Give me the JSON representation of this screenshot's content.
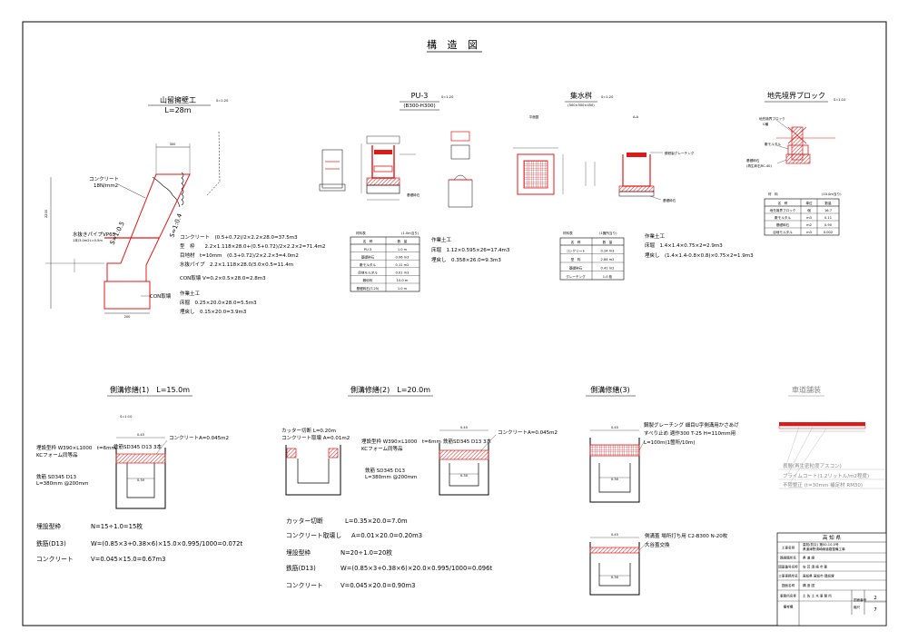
{
  "sheet_title": "構 造 図",
  "retaining": {
    "title": "山留擁壁工",
    "length": "L=28m",
    "scale": "S=1:20",
    "concrete_label": "コンクリート",
    "concrete_strength": "18N/mm2",
    "slope1": "S=1:0.5",
    "slope2": "S=1:0.4",
    "drain_pipe": "水抜きパイプVP65",
    "drain_pipe_spacing": "1本/3.0m2L=0.5m",
    "con_joint": "CON取壊",
    "dim_top": "300",
    "dim_bottom": "200",
    "dim_height": "2200",
    "calc": [
      "コンクリート　(0.5+0.72)/2×2.2×28.0=37.5m3",
      "型　枠　　2.2×1.118×28.0+(0.5+0.72)/2×2.2×2=71.4m2",
      "目地材　t=10mm　(0.3+0.72)/2×2.2×3=4.0m2",
      "水抜パイプ　2.2×1.118×28.0/3.0×0.5=11.4m",
      "CON取壊 V=0.2×0.5×28.0=2.8m3"
    ],
    "earthwork_title": "作業土工",
    "earthwork": [
      "床掘　0.25×20.0×28.0=5.5m3",
      "埋戻し　0.15×20.0=3.9m3"
    ]
  },
  "pu3": {
    "title": "PU-3",
    "subtitle": "(B300-H300)",
    "scale": "S=1:20",
    "table_title": "材料表",
    "table_unit": "(1.0m当り)",
    "table_header": [
      "名　称",
      "数　量"
    ],
    "table_rows": [
      [
        "PU-3",
        "1.0 m"
      ],
      [
        "基礎砕石",
        "0.06 m3"
      ],
      [
        "敷モルタル",
        "0.11 m2"
      ],
      [
        "目地モルタル",
        "0.01 m3"
      ],
      [
        "敷砂利",
        "10.0 m"
      ],
      [
        "基礎砕石(T-25)",
        "1.0 m"
      ]
    ],
    "earthwork_title": "作業土工",
    "earthwork": [
      "床堀　1.12×0.595×26=17.4m3",
      "埋戻し　0.358×26.0=9.3m3"
    ]
  },
  "catch_basin": {
    "title": "集水桝",
    "subtitle": "(500×500×450)",
    "scale": "S=1:20",
    "plan_label": "平面図",
    "section_label": "A-A",
    "grating_label": "鋳鉄製グレーチング",
    "base_label": "基礎砕石",
    "table_title": "材料表",
    "table_unit": "(1箇所当り)",
    "table_header": [
      "名　称",
      "数　量"
    ],
    "table_rows": [
      [
        "コンクリート",
        "0.24 m3"
      ],
      [
        "型　枠",
        "2.84 m2"
      ],
      [
        "基礎砕石",
        "0.41 m2"
      ],
      [
        "グレーチング",
        "1.0 枚"
      ]
    ],
    "earthwork_title": "作業土工",
    "earthwork": [
      "床堀　1.4×1.4×0.75×2=2.9m3",
      "埋戻し　(1.4×1.4-0.8×0.8)×0.75×2=1.9m3"
    ]
  },
  "boundary_block": {
    "title": "地先境界ブロック",
    "scale": "S=1:10",
    "labels": [
      "地先境界ブロック",
      "C種",
      "基礎砕石",
      "(再生砕石RC-40)",
      "敷モルタル"
    ],
    "table_title": "材　料",
    "table_unit": "(10.0m当り)",
    "table_header": [
      "名　称",
      "単位",
      "数量"
    ],
    "table_rows": [
      [
        "地先境界ブロック",
        "個",
        "16.7"
      ],
      [
        "敷モルタル",
        "m3",
        "0.11"
      ],
      [
        "基礎砕石",
        "m2",
        "0.90"
      ],
      [
        "目地モルタル",
        "m3",
        "0.002"
      ]
    ]
  },
  "gutter1": {
    "title": "側溝修繕(1)　L=15.0m",
    "scale": "S=1:10",
    "dim_width": "0.45",
    "dim_inner": "0.30",
    "label_form": "埋設型枠 W390×L1000　t=6mm",
    "label_form2": "KCフォーム同等品",
    "label_rebar_top": "鉄筋SD345 D13 3本",
    "label_concrete": "コンクリートA=0.045m2",
    "label_rebar": "鉄筋 SD345 D13",
    "label_rebar2": "L=380mm @200mm",
    "calc_label": [
      "埋設型枠",
      "鉄筋(D13)",
      "コンクリート"
    ],
    "calc_value": [
      "N=15÷1.0=15枚",
      "W=(0.85×3+0.38×6)×15.0×0.995/1000=0.072t",
      "V=0.045×15.0=0.67m3"
    ]
  },
  "gutter2": {
    "title": "側溝修繕(2)　L=20.0m",
    "dim_width": "0.45",
    "dim_inner": "0.30",
    "label_cutter": "カッター切断 L=0.20m",
    "label_con_remove": "コンクリート取壊 A=0.01m2",
    "label_form": "埋設型枠 W390×L1000　t=6mm",
    "label_form2": "KCフォーム同等品",
    "label_rebar_top": "鉄筋SD345 D13 3本",
    "label_concrete": "コンクリートA=0.045m2",
    "label_rebar": "鉄筋 SD345 D13",
    "label_rebar2": "L=380mm @200mm",
    "calc_label": [
      "カッター切断",
      "コンクリート取壊し",
      "埋設型枠",
      "鉄筋(D13)",
      "コンクリート"
    ],
    "calc_value": [
      "L=0.35×20.0=7.0m",
      "A=0.01×20.0=0.20m3",
      "N=20÷1.0=20枚",
      "W=(0.85×3+0.38×6)×20.0×0.995/1000=0.096t",
      "V=0.045×20.0=0.90m3"
    ]
  },
  "gutter3": {
    "title": "側溝修繕(3)",
    "dim_width": "0.45",
    "dim_inner": "0.30",
    "label_grating": "鋼製グレーチング 細目U字側溝用かさあげ",
    "label_grating2": "すべり止め 適作300 T-25 H=110mm用",
    "label_grating3": "L=100m(1箇所/10m)",
    "label_cover": "側溝蓋 場所打ち用 C2-B300 N-20枚",
    "label_cover2": "大谷蓋交換"
  },
  "pavement": {
    "title": "車道舗装",
    "lines": [
      "表層(再生密粒度アスコン)",
      "プライムコート(1.2リットル/m2程度)",
      "不陸整正 (t=30mm 補足材 RM30)"
    ]
  },
  "title_block": {
    "org": "高 知 県",
    "rows": [
      [
        "工事名称",
        "高知(防災) 第00-10-0号\n県道津野須崎線道路整備工事"
      ],
      [
        "路線箇所名",
        "県 道 線"
      ],
      [
        "図面番号名称",
        "安 芸 須 崎 市 郡"
      ],
      [
        "工事事務所名",
        "高知県 高知市 建設課"
      ],
      [
        "図面名称",
        "構 造 図"
      ],
      [
        "事務所名称",
        "土 佐 土 木 事 務 所"
      ],
      [
        "備考欄",
        ""
      ]
    ],
    "scale_label": "縮尺",
    "scale_value": "",
    "sheet_no_label": "図面番号",
    "sheet_no": "2",
    "sheet_total": "7"
  },
  "colors": {
    "red": "#e01818",
    "black": "#000000"
  }
}
